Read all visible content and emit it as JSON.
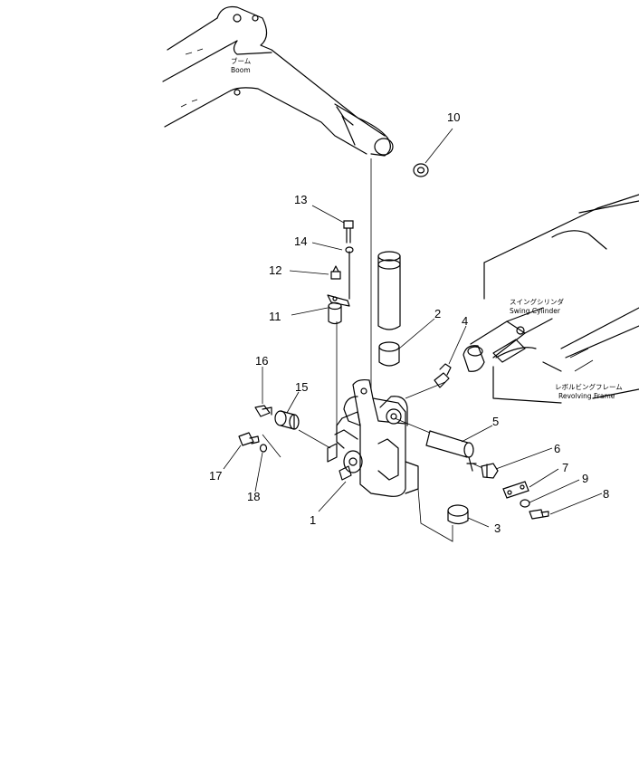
{
  "labels": {
    "boom_jp": "ブーム",
    "boom_en": "Boom",
    "swing_jp": "スイングシリンダ",
    "swing_en": "Swing Cylinder",
    "frame_jp": "レボルビングフレーム",
    "frame_en": "Revolving Frame"
  },
  "callouts": {
    "c1": "1",
    "c2": "2",
    "c3": "3",
    "c4": "4",
    "c5": "5",
    "c6": "6",
    "c7": "7",
    "c8": "8",
    "c9": "9",
    "c10": "10",
    "c11": "11",
    "c12": "12",
    "c13": "13",
    "c14": "14",
    "c15": "15",
    "c16": "16",
    "c17": "17",
    "c18": "18"
  }
}
